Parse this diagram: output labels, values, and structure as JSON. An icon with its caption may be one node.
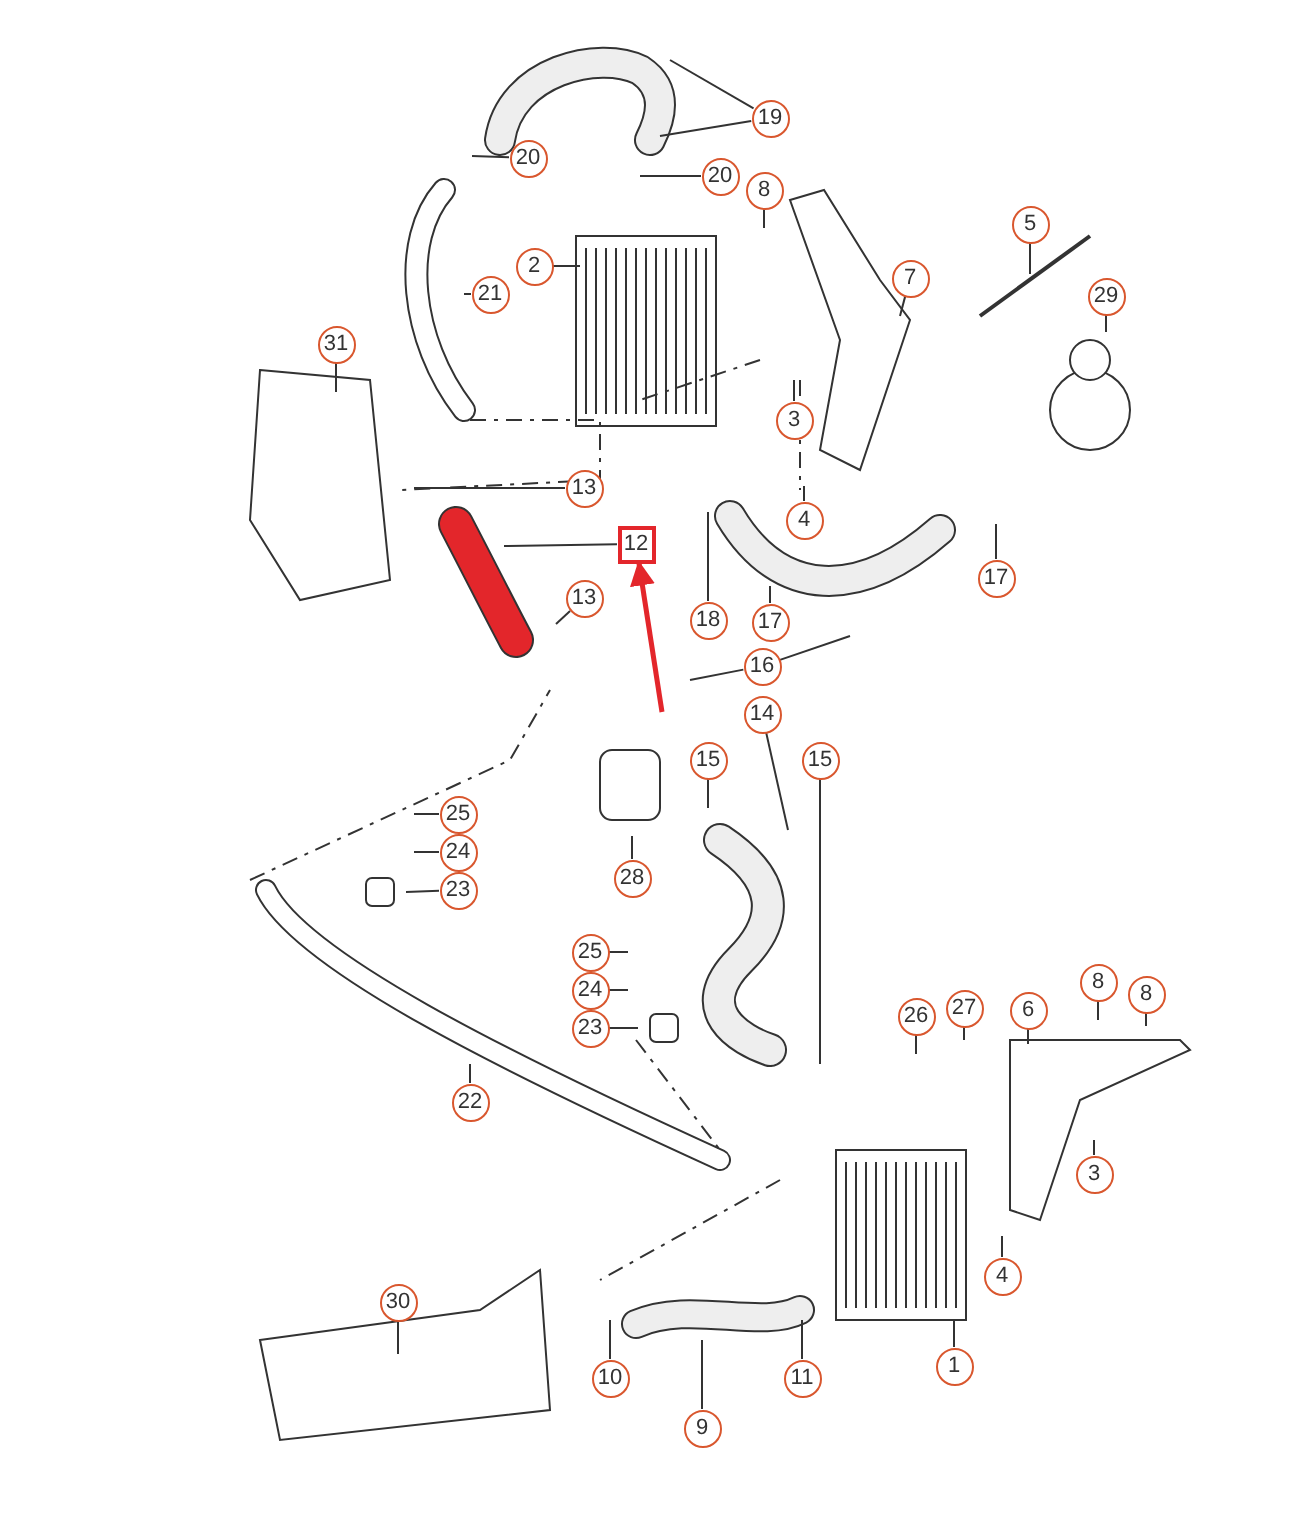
{
  "diagram": {
    "nodes": [
      {
        "text": [
          "19"
        ]
      },
      {
        "text": [
          "20"
        ]
      },
      {
        "text": [
          "20"
        ]
      },
      {
        "text": [
          "8"
        ]
      },
      {
        "text": [
          "2"
        ]
      },
      {
        "text": [
          "5"
        ]
      },
      {
        "text": [
          "7"
        ]
      },
      {
        "text": [
          "21"
        ]
      },
      {
        "text": [
          "29"
        ]
      },
      {
        "text": [
          "31"
        ]
      },
      {
        "text": [
          "3"
        ]
      },
      {
        "text": [
          "13"
        ]
      },
      {
        "text": [
          "4"
        ]
      },
      {
        "text": [
          "12"
        ]
      },
      {
        "text": [
          "17"
        ]
      },
      {
        "text": [
          "13"
        ]
      },
      {
        "text": [
          "18"
        ]
      },
      {
        "text": [
          "17"
        ]
      },
      {
        "text": [
          "16"
        ]
      },
      {
        "text": [
          "14"
        ]
      },
      {
        "text": [
          "15"
        ]
      },
      {
        "text": [
          "15"
        ]
      },
      {
        "text": [
          "25"
        ]
      },
      {
        "text": [
          "24"
        ]
      },
      {
        "text": [
          "23"
        ]
      },
      {
        "text": [
          "28"
        ]
      },
      {
        "text": [
          "26"
        ]
      },
      {
        "text": [
          "27"
        ]
      },
      {
        "text": [
          "6"
        ]
      },
      {
        "text": [
          "8"
        ]
      },
      {
        "text": [
          "8"
        ]
      },
      {
        "text": [
          "25"
        ]
      },
      {
        "text": [
          "24"
        ]
      },
      {
        "text": [
          "23"
        ]
      },
      {
        "text": [
          "22"
        ]
      },
      {
        "text": [
          "3"
        ]
      },
      {
        "text": [
          "4"
        ]
      },
      {
        "text": [
          "30"
        ]
      },
      {
        "text": [
          "1"
        ]
      },
      {
        "text": [
          "10"
        ]
      },
      {
        "text": [
          "11"
        ]
      },
      {
        "text": [
          "9"
        ]
      }
    ],
    "edges": [
      {
        "from": 0,
        "to": null,
        "arrow": "none"
      },
      {
        "from": 1,
        "to": null,
        "arrow": "none"
      },
      {
        "from": 2,
        "to": null,
        "arrow": "none"
      },
      {
        "from": 3,
        "to": null,
        "arrow": "none"
      },
      {
        "from": 4,
        "to": null,
        "arrow": "none"
      },
      {
        "from": 5,
        "to": null,
        "arrow": "none"
      },
      {
        "from": 6,
        "to": null,
        "arrow": "none"
      },
      {
        "from": 7,
        "to": null,
        "arrow": "none"
      },
      {
        "from": 8,
        "to": null,
        "arrow": "none"
      },
      {
        "from": 9,
        "to": null,
        "arrow": "none"
      },
      {
        "from": 10,
        "to": null,
        "arrow": "none"
      },
      {
        "from": 11,
        "to": null,
        "arrow": "none"
      },
      {
        "from": 12,
        "to": null,
        "arrow": "none"
      },
      {
        "from": 13,
        "to": null,
        "arrow": "none"
      },
      {
        "from": 14,
        "to": null,
        "arrow": "none"
      },
      {
        "from": 15,
        "to": null,
        "arrow": "none"
      },
      {
        "from": 16,
        "to": null,
        "arrow": "none"
      },
      {
        "from": 17,
        "to": null,
        "arrow": "none"
      },
      {
        "from": 18,
        "to": null,
        "arrow": "none"
      },
      {
        "from": 19,
        "to": null,
        "arrow": "none"
      },
      {
        "from": 20,
        "to": null,
        "arrow": "none"
      },
      {
        "from": 21,
        "to": null,
        "arrow": "none"
      },
      {
        "from": 22,
        "to": null,
        "arrow": "none"
      },
      {
        "from": 23,
        "to": null,
        "arrow": "none"
      },
      {
        "from": 24,
        "to": null,
        "arrow": "none"
      },
      {
        "from": 25,
        "to": null,
        "arrow": "none"
      },
      {
        "from": 26,
        "to": null,
        "arrow": "none"
      },
      {
        "from": 27,
        "to": null,
        "arrow": "none"
      },
      {
        "from": 28,
        "to": null,
        "arrow": "none"
      },
      {
        "from": 29,
        "to": null,
        "arrow": "none"
      },
      {
        "from": 30,
        "to": null,
        "arrow": "none"
      },
      {
        "from": 31,
        "to": null,
        "arrow": "none"
      },
      {
        "from": 32,
        "to": null,
        "arrow": "none"
      },
      {
        "from": 33,
        "to": null,
        "arrow": "none"
      },
      {
        "from": 34,
        "to": null,
        "arrow": "none"
      },
      {
        "from": 35,
        "to": null,
        "arrow": "none"
      },
      {
        "from": 36,
        "to": null,
        "arrow": "none"
      },
      {
        "from": 37,
        "to": null,
        "arrow": "none"
      },
      {
        "from": 38,
        "to": null,
        "arrow": "none"
      },
      {
        "from": 39,
        "to": null,
        "arrow": "none"
      },
      {
        "from": 40,
        "to": null,
        "arrow": "none"
      },
      {
        "from": 41,
        "to": null,
        "arrow": "none"
      },
      {
        "from": null,
        "to": 13,
        "arrow": "to",
        "style": "thick",
        "color": "#e3262b"
      },
      {
        "from": 0,
        "to": null,
        "arrow": "none"
      },
      {
        "from": 18,
        "to": null,
        "arrow": "none"
      }
    ]
  }
}
